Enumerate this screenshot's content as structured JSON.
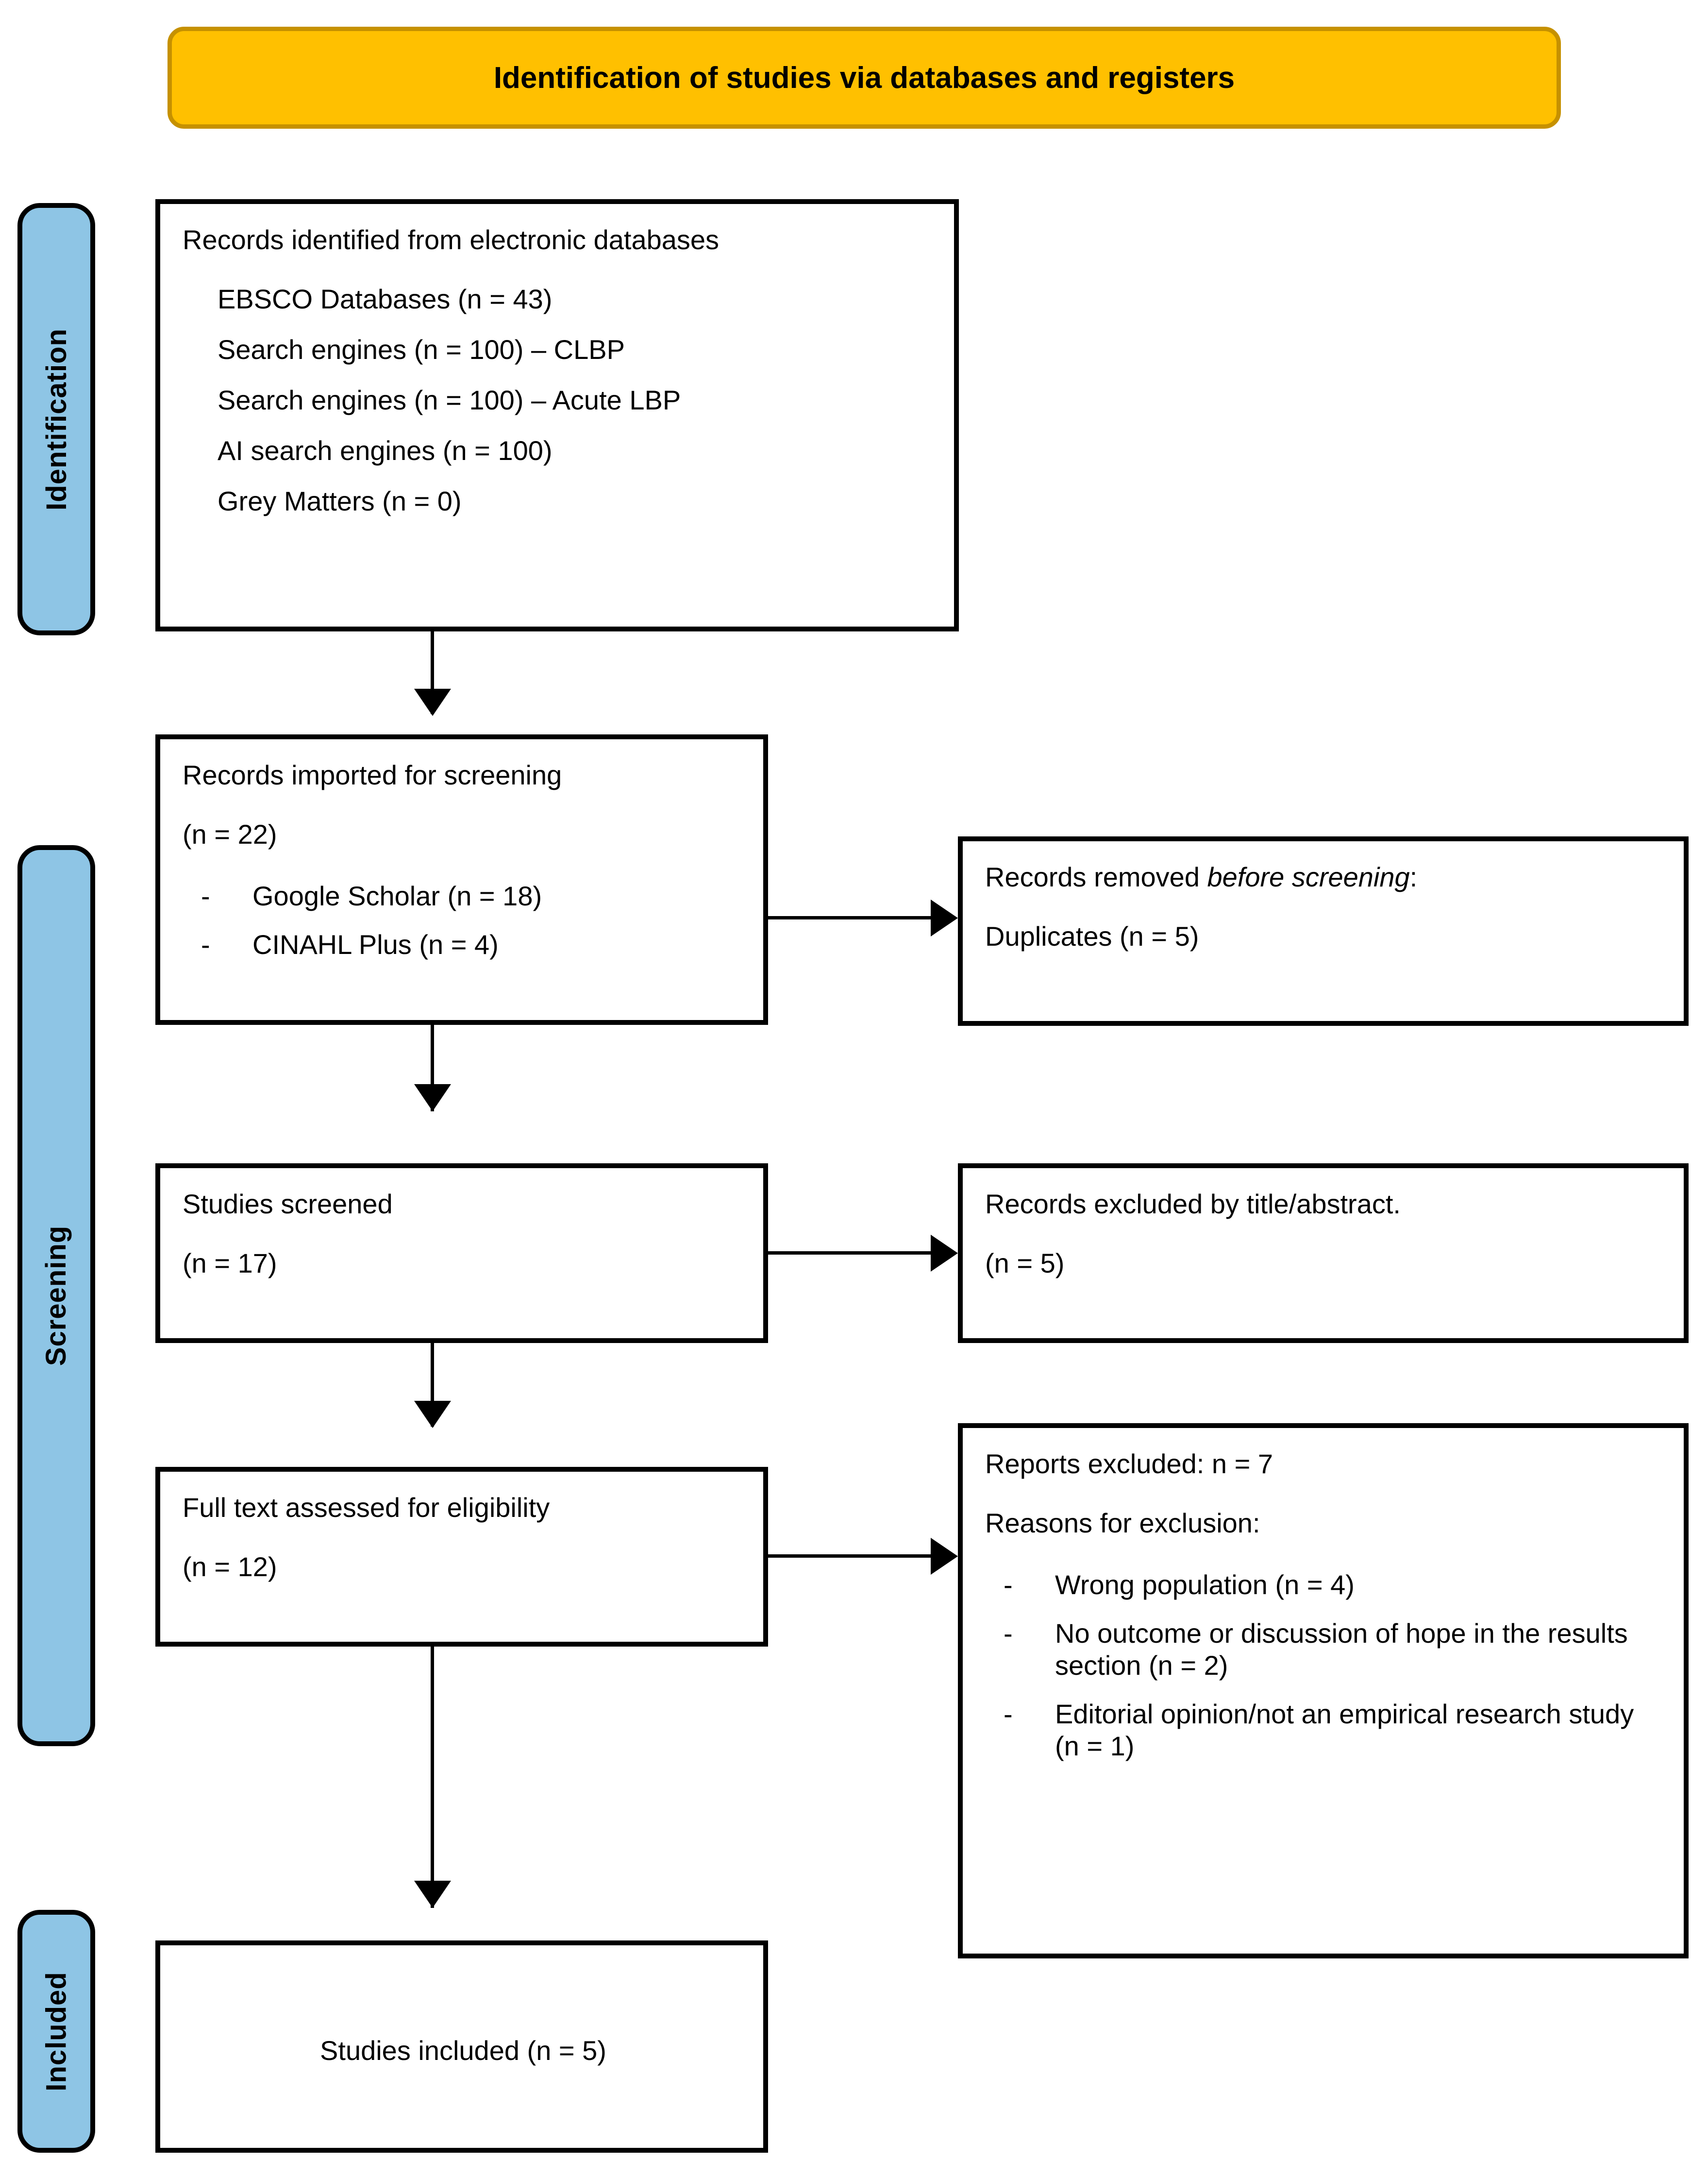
{
  "diagram": {
    "banner": {
      "title": "Identification of studies via databases and registers"
    },
    "stages": [
      {
        "key": "identification",
        "label": "Identification"
      },
      {
        "key": "screening",
        "label": "Screening"
      },
      {
        "key": "included",
        "label": "Included"
      }
    ],
    "boxes": {
      "identified": {
        "heading": "Records identified from electronic databases",
        "items": [
          "EBSCO Databases (n = 43)",
          "Search engines (n = 100) – CLBP",
          "Search engines (n = 100) – Acute LBP",
          "AI search engines (n = 100)",
          "Grey Matters (n = 0)"
        ]
      },
      "imported": {
        "heading": "Records imported for screening",
        "count": "(n = 22)",
        "bullets": [
          {
            "dash": "-",
            "text": "Google Scholar (n = 18)"
          },
          {
            "dash": "-",
            "text": "CINAHL Plus (n = 4)"
          }
        ]
      },
      "removed": {
        "heading_pre": "Records removed ",
        "heading_italic": "before screening",
        "heading_post": ":",
        "detail": "Duplicates (n = 5)"
      },
      "screened": {
        "heading": "Studies screened",
        "count": "(n = 17)"
      },
      "excluded_title": {
        "heading": "Records excluded by title/abstract.",
        "count": "(n = 5)"
      },
      "fulltext": {
        "heading": "Full text assessed for eligibility",
        "count": "(n = 12)"
      },
      "reports_excluded": {
        "heading": "Reports excluded: n = 7",
        "subheading": "Reasons for exclusion:",
        "reasons": [
          {
            "dash": "-",
            "text": "Wrong population (n = 4)"
          },
          {
            "dash": "-",
            "text": "No outcome or discussion of hope in the results section (n = 2)"
          },
          {
            "dash": "-",
            "text": "Editorial opinion/not an empirical research study (n = 1)"
          }
        ]
      },
      "included": {
        "heading": "Studies included (n = 5)"
      }
    },
    "colors": {
      "banner_fill": "#FFC000",
      "banner_border": "#C69100",
      "stage_fill": "#8EC5E5",
      "box_border": "#000000",
      "box_fill": "#FFFFFF",
      "text": "#000000"
    }
  }
}
